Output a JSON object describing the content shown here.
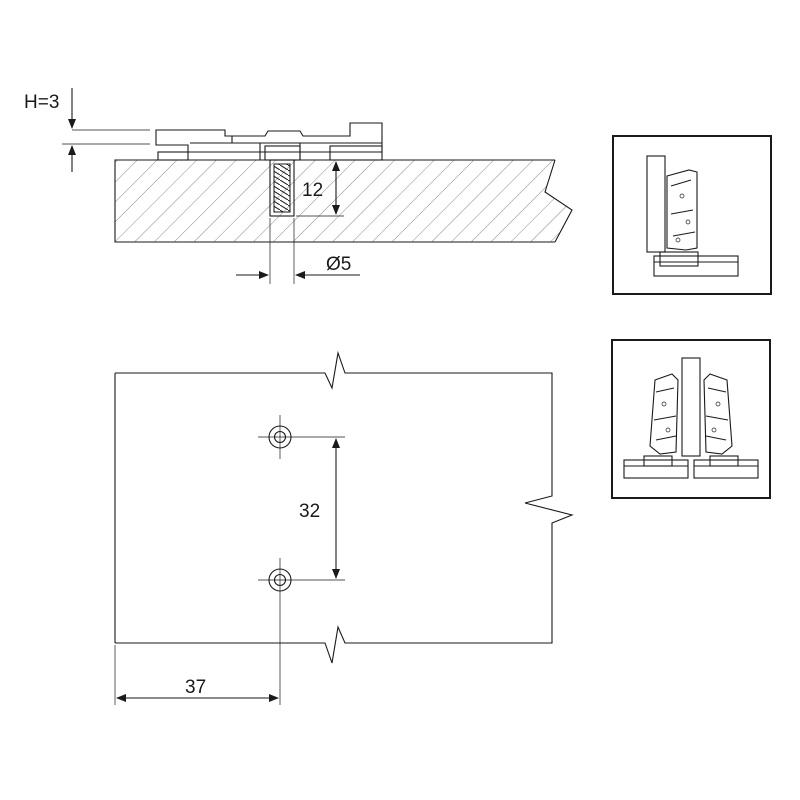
{
  "dimensions": {
    "height": "H=3",
    "depth": "12",
    "diameter": "Ø5",
    "spacing": "32",
    "edge_distance": "37"
  },
  "colors": {
    "line": "#1a1a1a",
    "hatch": "#8a8a8a",
    "background": "#ffffff"
  },
  "icons": [
    "hinge-side-view-icon",
    "double-hinge-view-icon"
  ]
}
